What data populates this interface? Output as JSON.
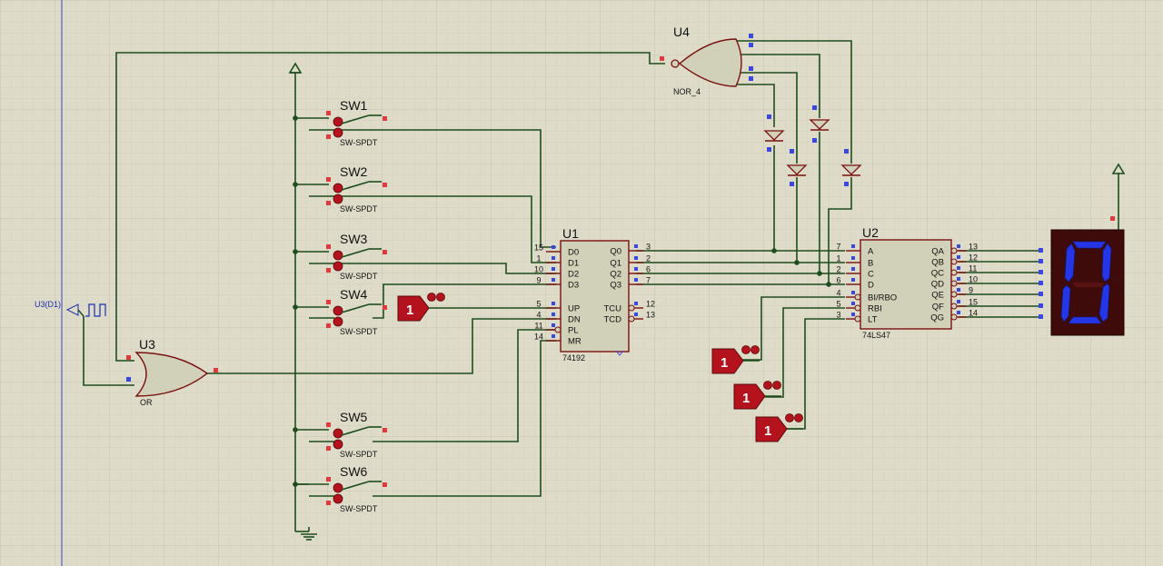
{
  "colors": {
    "background": "#dedcc9",
    "grid_minor": "#cfcdb9",
    "grid_major": "#c2c0ac",
    "wire": "#1d4d1d",
    "component_outline": "#7a1010",
    "component_fill": "#d1d0b8",
    "logic_state_fill": "#b4121c",
    "pin_high": "#e0393e",
    "pin_low": "#3a47e0",
    "segment_on": "#2436e6",
    "display_body": "#3e0a0a",
    "margin_line": "#3845c8"
  },
  "generator": {
    "label": "U3(D1)",
    "icon": "square-wave-icon"
  },
  "gates": {
    "u3": {
      "ref": "U3",
      "type": "OR"
    },
    "u4": {
      "ref": "U4",
      "type": "NOR_4"
    }
  },
  "switches": [
    {
      "ref": "SW1",
      "type": "SW-SPDT"
    },
    {
      "ref": "SW2",
      "type": "SW-SPDT"
    },
    {
      "ref": "SW3",
      "type": "SW-SPDT"
    },
    {
      "ref": "SW4",
      "type": "SW-SPDT"
    },
    {
      "ref": "SW5",
      "type": "SW-SPDT"
    },
    {
      "ref": "SW6",
      "type": "SW-SPDT"
    }
  ],
  "counter": {
    "ref": "U1",
    "part": "74192",
    "left_pins": [
      {
        "num": "15",
        "name": "D0"
      },
      {
        "num": "1",
        "name": "D1"
      },
      {
        "num": "10",
        "name": "D2"
      },
      {
        "num": "9",
        "name": "D3"
      },
      {
        "num": "5",
        "name": "UP"
      },
      {
        "num": "4",
        "name": "DN"
      },
      {
        "num": "11",
        "name": "PL"
      },
      {
        "num": "14",
        "name": "MR"
      }
    ],
    "right_pins": [
      {
        "num": "3",
        "name": "Q0"
      },
      {
        "num": "2",
        "name": "Q1"
      },
      {
        "num": "6",
        "name": "Q2"
      },
      {
        "num": "7",
        "name": "Q3"
      },
      {
        "num": "12",
        "name": "TCU"
      },
      {
        "num": "13",
        "name": "TCD"
      }
    ]
  },
  "decoder": {
    "ref": "U2",
    "part": "74LS47",
    "left_pins": [
      {
        "num": "7",
        "name": "A"
      },
      {
        "num": "1",
        "name": "B"
      },
      {
        "num": "2",
        "name": "C"
      },
      {
        "num": "6",
        "name": "D"
      },
      {
        "num": "4",
        "name": "BI/RBO"
      },
      {
        "num": "5",
        "name": "RBI"
      },
      {
        "num": "3",
        "name": "LT"
      }
    ],
    "right_pins": [
      {
        "num": "13",
        "name": "QA"
      },
      {
        "num": "12",
        "name": "QB"
      },
      {
        "num": "11",
        "name": "QC"
      },
      {
        "num": "10",
        "name": "QD"
      },
      {
        "num": "9",
        "name": "QE"
      },
      {
        "num": "15",
        "name": "QF"
      },
      {
        "num": "14",
        "name": "QG"
      }
    ]
  },
  "logic_states": [
    "1",
    "1",
    "1",
    "1"
  ],
  "display": {
    "digit": "0"
  }
}
